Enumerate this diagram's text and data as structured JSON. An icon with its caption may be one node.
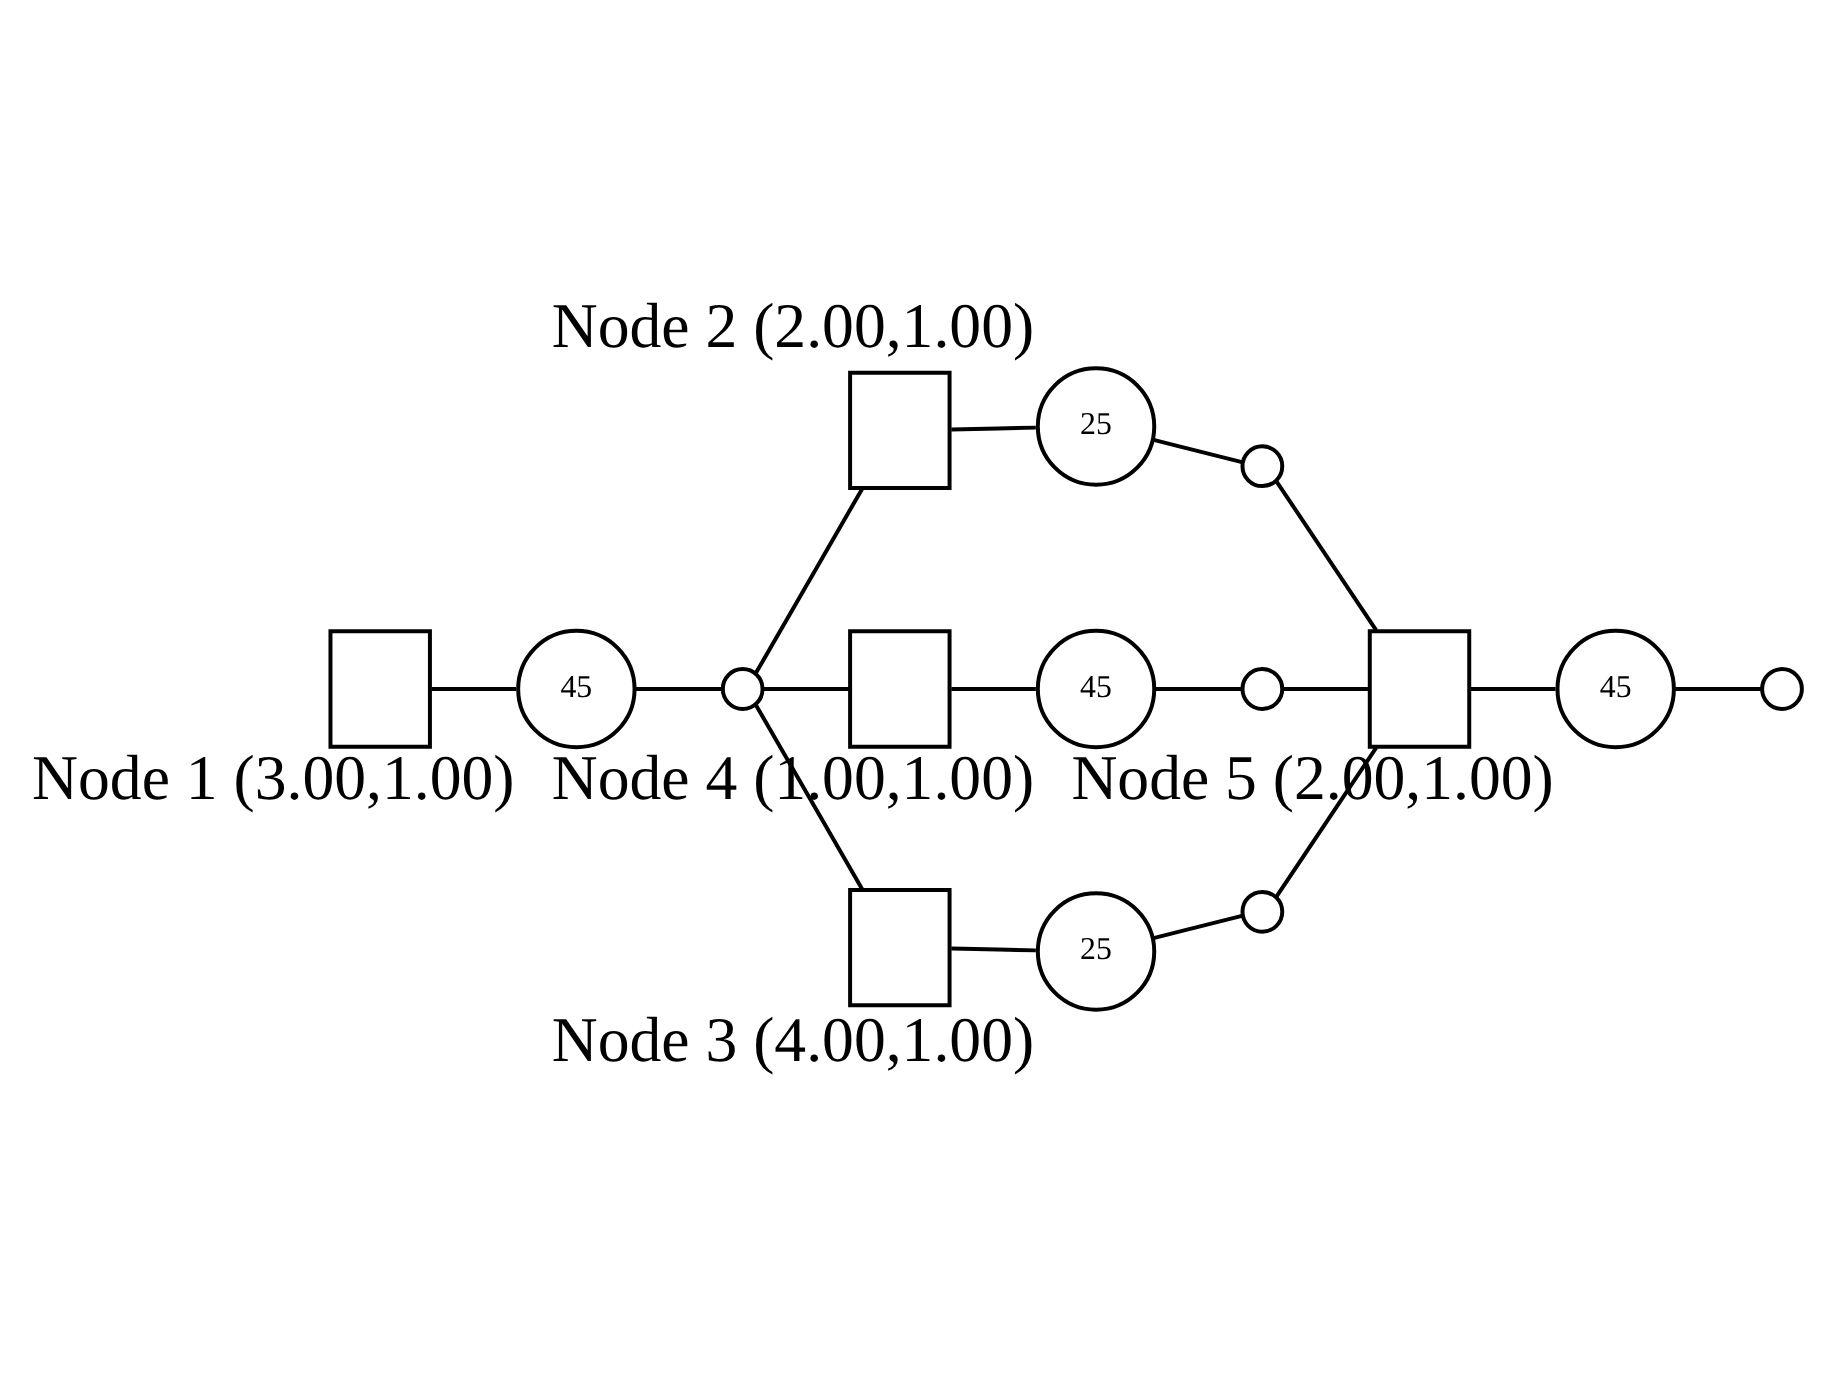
{
  "diagram": {
    "nodes": [
      {
        "text": [],
        "shape": "box"
      },
      {
        "text": [
          "25"
        ],
        "beside": [
          "Node 2 (2.00,1.00)"
        ]
      },
      {
        "text": [],
        "shape": "circle"
      },
      {
        "text": [],
        "shape": "box"
      },
      {
        "text": [
          "45"
        ],
        "beside": [
          "Node 1 (3.00,1.00)"
        ]
      },
      {
        "text": [],
        "shape": "circle"
      },
      {
        "text": [],
        "shape": "box"
      },
      {
        "text": [
          "45"
        ],
        "beside": [
          "Node 4 (1.00,1.00)"
        ]
      },
      {
        "text": [],
        "shape": "circle"
      },
      {
        "text": [],
        "shape": "box"
      },
      {
        "text": [
          "45"
        ],
        "beside": [
          "Node 5 (2.00,1.00)"
        ]
      },
      {
        "text": [],
        "shape": "circle"
      },
      {
        "text": [],
        "shape": "box"
      },
      {
        "text": [
          "25"
        ],
        "beside": [
          "Node 3 (4.00,1.00)"
        ]
      },
      {
        "text": [],
        "shape": "circle"
      }
    ],
    "edges": [
      {
        "from": 0,
        "to": 1,
        "arrow": "none"
      },
      {
        "from": 1,
        "to": 2,
        "arrow": "none"
      },
      {
        "from": 3,
        "to": 4,
        "arrow": "none"
      },
      {
        "from": 4,
        "to": 5,
        "arrow": "none"
      },
      {
        "from": 6,
        "to": 7,
        "arrow": "none"
      },
      {
        "from": 7,
        "to": 8,
        "arrow": "none"
      },
      {
        "from": 9,
        "to": 10,
        "arrow": "none"
      },
      {
        "from": 10,
        "to": 11,
        "arrow": "none"
      },
      {
        "from": 12,
        "to": 13,
        "arrow": "none"
      },
      {
        "from": 13,
        "to": 14,
        "arrow": "none"
      },
      {
        "from": 5,
        "to": 0,
        "arrow": "none"
      },
      {
        "from": 5,
        "to": 6,
        "arrow": "none"
      },
      {
        "from": 5,
        "to": 12,
        "arrow": "none"
      },
      {
        "from": 2,
        "to": 9,
        "arrow": "none"
      },
      {
        "from": 8,
        "to": 9,
        "arrow": "none"
      },
      {
        "from": 14,
        "to": 9,
        "arrow": "none"
      }
    ]
  }
}
